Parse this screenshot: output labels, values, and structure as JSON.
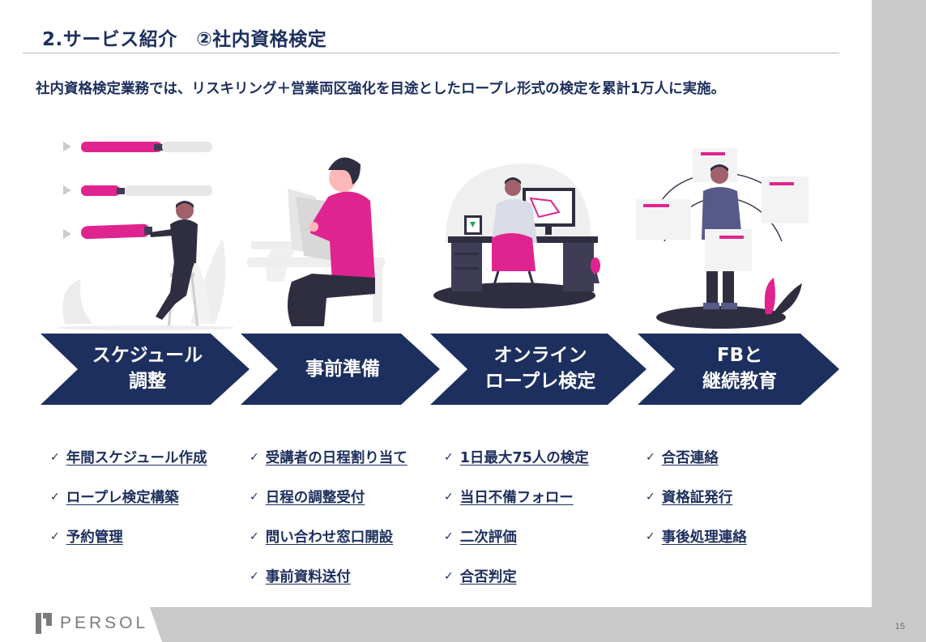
{
  "title": "2.サービス紹介　②社内資格検定",
  "lead": "社内資格検定業務では、リスキリング＋営業両区強化を目途としたロープレ形式の検定を累計1万人に実施。",
  "steps": [
    {
      "line1": "スケジュール",
      "line2": "調整"
    },
    {
      "line1": "事前準備",
      "line2": ""
    },
    {
      "line1": "オンライン",
      "line2": "ロープレ検定"
    },
    {
      "line1": "FBと",
      "line2": "継続教育"
    }
  ],
  "columns": [
    {
      "items": [
        "年間スケジュール作成",
        "ロープレ検定構築",
        "予約管理"
      ]
    },
    {
      "items": [
        "受講者の日程割り当て",
        "日程の調整受付",
        "問い合わせ窓口開設",
        "事前資料送付"
      ]
    },
    {
      "items": [
        "1日最大75人の検定",
        "当日不備フォロー",
        "二次評価",
        "合否判定"
      ]
    },
    {
      "items": [
        "合否連絡",
        "資格証発行",
        "事後処理連絡"
      ]
    }
  ],
  "check_glyph": "✓",
  "logo": {
    "text": "PERSOL",
    "icon": "persol-logo-icon"
  },
  "page_number": "15",
  "colors": {
    "navy": "#1d2f5e",
    "magenta": "#e0248f",
    "gray": "#e6e6e6",
    "dark": "#2f2e41"
  }
}
